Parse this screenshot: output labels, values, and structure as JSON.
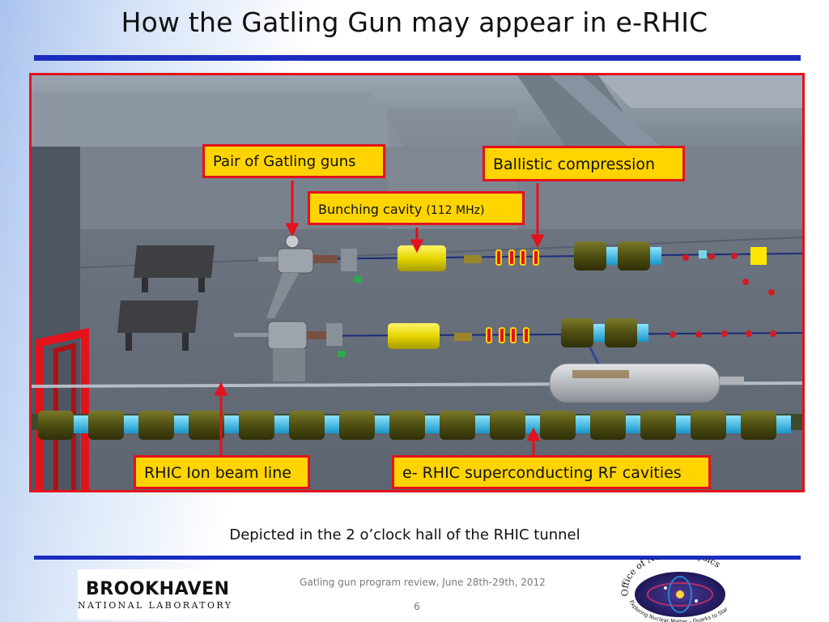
{
  "slide": {
    "title": "How the Gatling Gun may  appear in e-RHIC",
    "caption": "Depicted in the 2 o’clock hall of the RHIC tunnel",
    "footer": "Gatling gun program review, June 28th-29th, 2012",
    "page_number": "6"
  },
  "callouts": {
    "gatling_guns": "Pair of Gatling guns",
    "ballistic": "Ballistic compression",
    "bunching_main": "Bunching cavity ",
    "bunching_freq": "(112 MHz)",
    "rhic_beam": "RHIC Ion beam line",
    "srf_cavities": "e- RHIC superconducting RF cavities"
  },
  "logos": {
    "bnl_name": "BROOKHAVEN",
    "bnl_sub": "NATIONAL LABORATORY",
    "onp_title": "Office of Nuclear Physics",
    "onp_motto": "Exploring Nuclear Matter - Quarks to Stars"
  },
  "colors": {
    "rule": "#1a2dbf",
    "frame_border": "#e3121b",
    "callout_fill": "#ffd400",
    "cryomodule": "#5a5a18",
    "flange": "#2fb6e6"
  }
}
